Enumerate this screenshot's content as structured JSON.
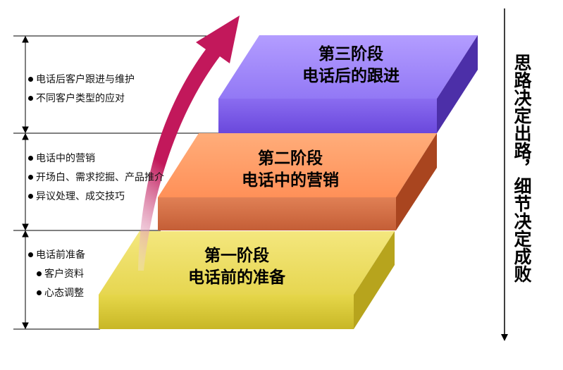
{
  "stages": [
    {
      "key": "stage1",
      "title_line1": "第一阶段",
      "title_line2": "电话前的准备",
      "colors": {
        "top": "#efe06a",
        "front": "#d9ca35",
        "side": "#b7a41d"
      },
      "bullets": [
        {
          "text": "电话前准备",
          "indent": false
        },
        {
          "text": "客户资料",
          "indent": true
        },
        {
          "text": "心态调整",
          "indent": true
        }
      ]
    },
    {
      "key": "stage2",
      "title_line1": "第二阶段",
      "title_line2": "电话中的营销",
      "colors": {
        "top": "#ff9f6a",
        "front": "#d9734a",
        "side": "#a9451f"
      },
      "bullets": [
        {
          "text": "电话中的营销",
          "indent": false
        },
        {
          "text": "开场白、需求挖掘、产品推介",
          "indent": false
        },
        {
          "text": "异议处理、成交技巧",
          "indent": false
        }
      ]
    },
    {
      "key": "stage3",
      "title_line1": "第三阶段",
      "title_line2": "电话后的跟进",
      "colors": {
        "top": "#a58cff",
        "front": "#7b5cea",
        "side": "#4c2fa8"
      },
      "bullets": [
        {
          "text": "电话后客户跟进与维护",
          "indent": false
        },
        {
          "text": "不同客户类型的应对",
          "indent": false
        }
      ]
    }
  ],
  "motto": "思路决定出路，细节决定成败",
  "arrow_color": "#c2185b"
}
